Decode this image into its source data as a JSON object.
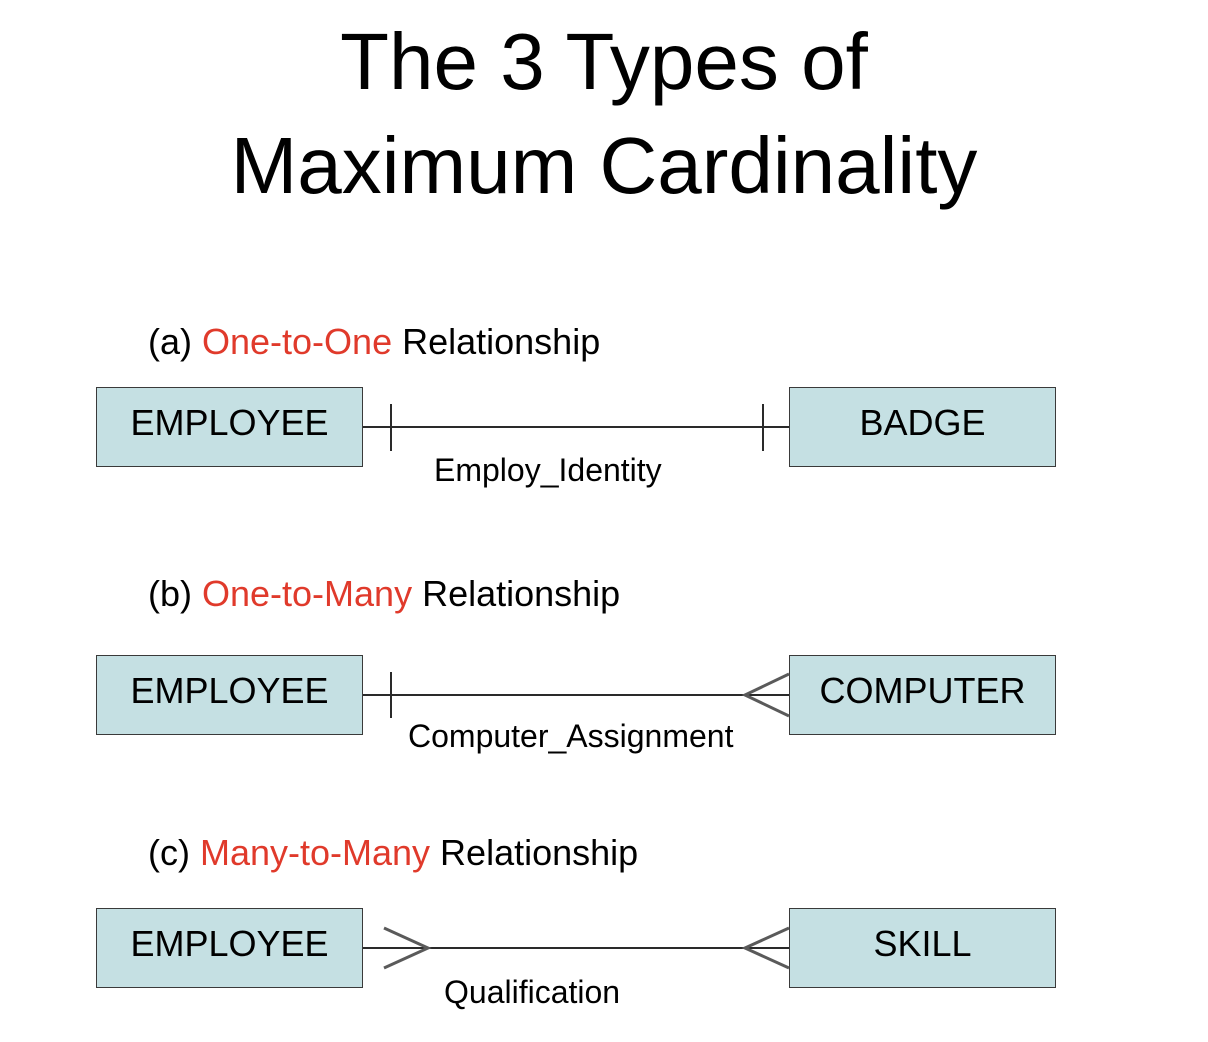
{
  "title": {
    "line1": "The 3 Types of",
    "line2": "Maximum Cardinality"
  },
  "accent_color": "#e03a2b",
  "entity_fill": "#c5e0e3",
  "sections": [
    {
      "caption_prefix": "(a) ",
      "caption_type": "One-to-One",
      "caption_suffix": " Relationship",
      "left_entity": "EMPLOYEE",
      "right_entity": "BADGE",
      "relationship": "Employ_Identity",
      "left_end": "one",
      "right_end": "one"
    },
    {
      "caption_prefix": "(b) ",
      "caption_type": "One-to-Many",
      "caption_suffix": " Relationship",
      "left_entity": "EMPLOYEE",
      "right_entity": "COMPUTER",
      "relationship": "Computer_Assignment",
      "left_end": "one",
      "right_end": "many"
    },
    {
      "caption_prefix": "(c) ",
      "caption_type": "Many-to-Many",
      "caption_suffix": " Relationship",
      "left_entity": "EMPLOYEE",
      "right_entity": "SKILL",
      "relationship": "Qualification",
      "left_end": "many",
      "right_end": "many"
    }
  ]
}
